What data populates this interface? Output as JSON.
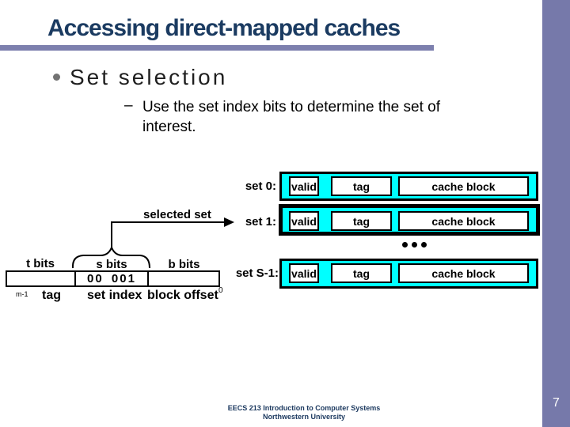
{
  "slide": {
    "title": "Accessing direct-mapped caches",
    "page_number": "7",
    "footer_line1": "EECS 213 Introduction to Computer Systems",
    "footer_line2": "Northwestern University"
  },
  "content": {
    "bullet": "Set selection",
    "sub_dash": "–",
    "sub_lines": {
      "line1": "Use the set index bits to determine the set of",
      "line2": "interest."
    }
  },
  "diagram": {
    "selected_set_label": "selected set",
    "rows": [
      {
        "label": "set 0:",
        "valid": "valid",
        "tag": "tag",
        "block": "cache block",
        "selected": false
      },
      {
        "label": "set 1:",
        "valid": "valid",
        "tag": "tag",
        "block": "cache block",
        "selected": true
      },
      {
        "label": "set S-1:",
        "valid": "valid",
        "tag": "tag",
        "block": "cache block",
        "selected": false
      }
    ],
    "address": {
      "t_bits_label": "t bits",
      "s_bits_label": "s bits",
      "b_bits_label": "b bits",
      "set_index_value": "00 001",
      "msb_label": "m-1",
      "lsb_label": "0",
      "tag_label": "tag",
      "set_index_label": "set index",
      "block_offset_label": "block offset"
    },
    "colors": {
      "cell_fill": "#00ffff",
      "border": "#000000"
    }
  },
  "theme": {
    "accent_bar_color": "#7679aa",
    "title_rule_color": "#7d80ae",
    "title_color": "#1b3b61"
  }
}
